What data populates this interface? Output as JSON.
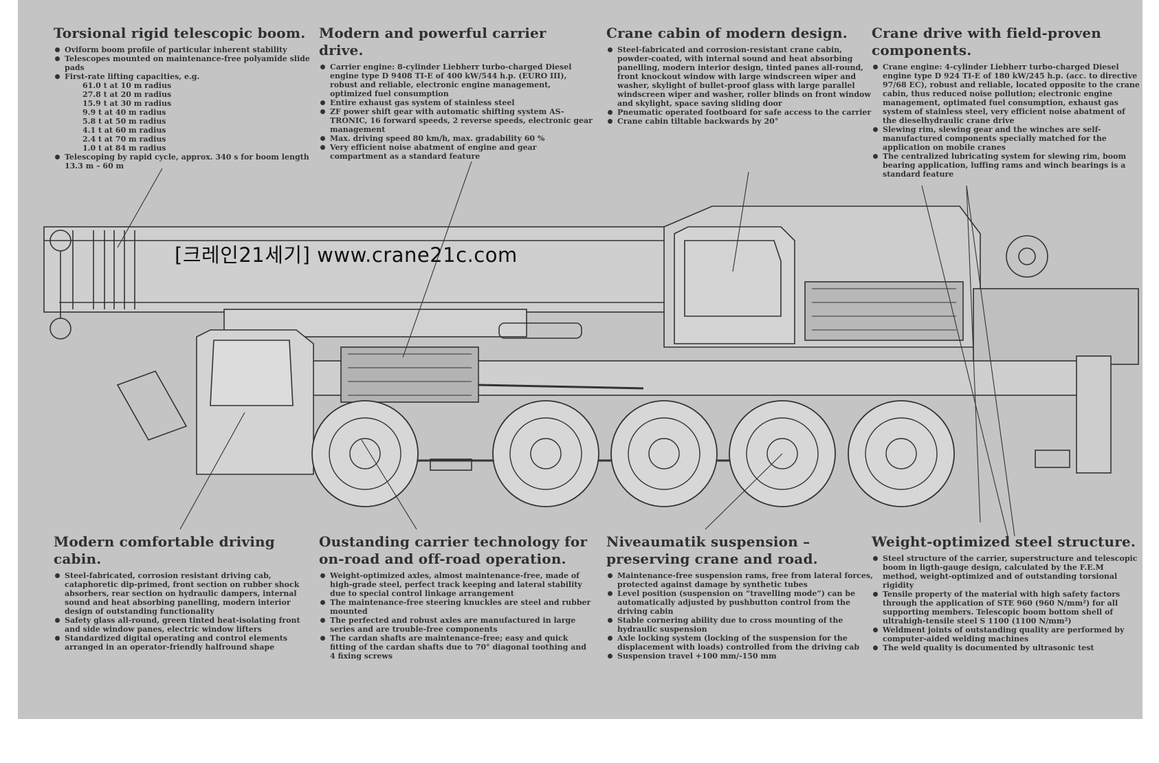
{
  "watermark": "[크레인21세기] www.crane21c.com",
  "sections": {
    "boom": {
      "title": "Torsional rigid telescopic boom.",
      "b1": "Oviform boom profile of particular inherent stability",
      "b2": "Telescopes mounted on maintenance-free polyamide slide pads",
      "b3": "First-rate lifting capacities, e.g.",
      "capacities": [
        "61.0 t at 10 m radius",
        "27.8 t at 20 m radius",
        "15.9 t at 30 m radius",
        "9.9 t at 40 m radius",
        "5.8 t at 50 m radius",
        "4.1 t at 60 m radius",
        "2.4 t at 70 m radius",
        "1.0 t at 84 m radius"
      ],
      "b4": "Telescoping by rapid cycle, approx. 340 s for boom length 13.3 m – 60 m"
    },
    "carrier_drive": {
      "title": "Modern and powerful carrier drive.",
      "items": [
        "Carrier engine: 8-cylinder Liebherr turbo-charged Diesel engine type D 9408 TI-E of 400 kW/544 h.p. (EURO III), robust and reliable, electronic engine management, optimized fuel consumption",
        "Entire exhaust gas system of stainless steel",
        "ZF power shift gear with automatic shifting system AS-TRONIC, 16 forward speeds, 2 reverse speeds, electronic gear management",
        "Max. driving speed 80 km/h, max. gradability 60 %",
        "Very efficient noise abatment of engine and gear compartment as a standard feature"
      ]
    },
    "crane_cabin": {
      "title": "Crane cabin of modern design.",
      "items": [
        "Steel-fabricated and corrosion-resistant crane cabin, powder-coated, with internal sound and heat absorbing panelling, modern interior design, tinted panes all-round, front knockout window with large windscreen wiper and washer, skylight of bullet-proof glass with large parallel windscreen wiper and washer, roller blinds on front window and skylight, space saving sliding door",
        "Pneumatic operated footboard for safe access to the carrier",
        "Crane cabin tiltable backwards by 20°"
      ]
    },
    "crane_drive": {
      "title": "Crane drive with field-proven components.",
      "items": [
        "Crane engine: 4-cylinder Liebherr turbo-charged Diesel engine type D 924 TI-E of 180 kW/245 h.p. (acc. to directive 97/68 EC), robust and reliable, located opposite to the crane cabin, thus reduced noise pollution; electronic engine management, optimated fuel consumption, exhaust gas system of stainless steel, very efficient noise abatment of the dieselhydraulic crane drive",
        "Slewing rim, slewing gear and the winches are self-manufactured components specially matched for the application on mobile cranes",
        "The centralized lubricating system for slewing rim, boom bearing application, luffing rams and winch bearings is a standard feature"
      ]
    },
    "driving_cabin": {
      "title": "Modern comfortable driving cabin.",
      "items": [
        "Steel-fabricated, corrosion resistant driving cab, cataphoretic dip-primed, front section on rubber shock absorbers, rear section on hydraulic dampers, internal sound and heat absorbing panelling, modern interior design of outstanding functionality",
        "Safety glass all-round, green tinted heat-isolating front and side window panes, electric window lifters",
        "Standardized digital operating and control elements arranged in an operator-friendly halfround shape"
      ]
    },
    "carrier_tech": {
      "title": "Oustanding carrier technology for on-road and off-road operation.",
      "items": [
        "Weight-optimized axles, almost maintenance-free, made of high-grade steel, perfect track keeping and lateral stability due to special control linkage arrangement",
        "The maintenance-free steering knuckles are steel and rubber mounted",
        "The perfected and robust axles are manufactured in large series and are trouble-free components",
        "The cardan shafts are maintenance-free; easy and quick fitting of the cardan shafts due to 70° diagonal toothing and 4 fixing screws"
      ]
    },
    "suspension": {
      "title": "Niveaumatik suspension – preserving crane and road.",
      "items": [
        "Maintenance-free suspension rams, free from lateral forces, protected against damage by synthetic tubes",
        "Level position (suspension on “travelling mode”) can be automatically adjusted by pushbutton control from the driving cabin",
        "Stable cornering ability due to cross mounting of the hydraulic suspension",
        "Axle locking system (locking of the suspension for the displacement with loads) controlled from the driving cab",
        "Suspension travel +100 mm/-150 mm"
      ]
    },
    "steel_structure": {
      "title": "Weight-optimized steel structure.",
      "items": [
        "Steel structure of the carrier, superstructure and telescopic boom in ligth-gauge design, calculated by the F.E.M method, weight-optimized and of outstanding torsional rigidity",
        "Tensile property of the material with high safety factors through the application of STE 960 (960 N/mm²) for all supporting members. Telescopic boom bottom shell of ultrahigh-tensile steel S 1100 (1100 N/mm²)",
        "Weldment joints of outstanding quality are performed by computer-aided welding machines",
        "The weld quality is documented by ultrasonic test"
      ]
    }
  }
}
